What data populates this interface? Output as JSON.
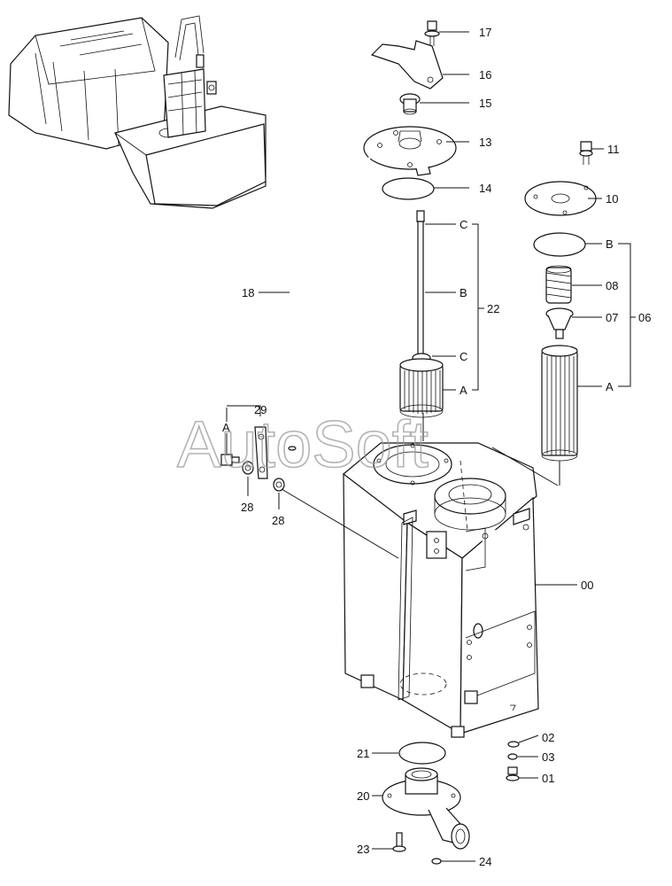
{
  "watermark": "AutoSoft",
  "labels": {
    "p17": "17",
    "p16": "16",
    "p15": "15",
    "p13": "13",
    "p14": "14",
    "p11": "11",
    "p10": "10",
    "pB1": "B",
    "p08": "08",
    "p07": "07",
    "p06": "06",
    "pA1": "A",
    "pC1": "C",
    "pB2": "B",
    "p22": "22",
    "pC2": "C",
    "pA2": "A",
    "p18": "18",
    "pA3": "A",
    "p29": "29",
    "p28a": "28",
    "p28b": "28",
    "p00": "00",
    "p02": "02",
    "p03": "03",
    "p01": "01",
    "p21": "21",
    "p20": "20",
    "p23": "23",
    "p24": "24"
  }
}
